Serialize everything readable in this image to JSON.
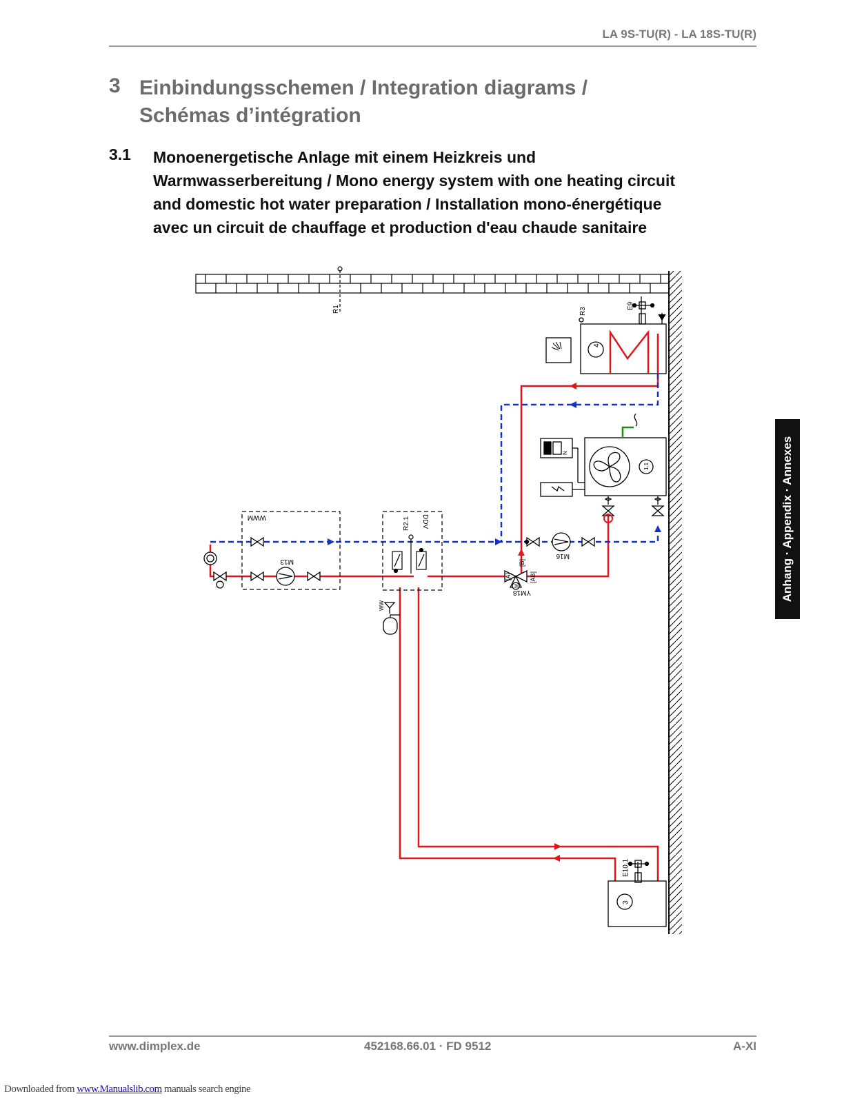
{
  "header": {
    "model": "LA 9S-TU(R) - LA 18S-TU(R)"
  },
  "chapter": {
    "number": "3",
    "title_lines": [
      "Einbindungsschemen / Integration diagrams /",
      "Schémas d’intégration"
    ]
  },
  "section": {
    "number": "3.1",
    "title_lines": [
      "Monoenergetische Anlage mit einem Heizkreis und",
      "Warmwasserbereitung / Mono energy system with one heating circuit",
      "and domestic hot water preparation / Installation mono-énergétique",
      "avec un circuit de chauffage et production d'eau chaude sanitaire"
    ]
  },
  "side_tab": "Anhang · Appendix · Annexes",
  "diagram": {
    "labels": {
      "r1": "R1",
      "r3": "R3",
      "e9": "E9",
      "r2_1": "R2.1",
      "ddv": "DDV",
      "wwm": "WWM",
      "m13": "M13",
      "m16": "M16",
      "ym18": "YM18",
      "port_a": "[A]",
      "port_b": "[B]",
      "port_ab": "[AB]",
      "e10_1": "E10.1",
      "tank_dhw": "4",
      "tank_buffer": "3",
      "heat_pump": "1.1",
      "valve_m": "M",
      "controller_n": "N",
      "ww": "WW"
    },
    "colors": {
      "supply": "#e0161b",
      "return": "#1432c8",
      "condensate": "#1f8a1f",
      "line": "#000000"
    }
  },
  "footer": {
    "url": "www.dimplex.de",
    "doc": "452168.66.01 · FD 9512",
    "page": "A-XI"
  },
  "download": {
    "prefix": "Downloaded from ",
    "link": "www.Manualslib.com",
    "suffix": " manuals search engine"
  }
}
